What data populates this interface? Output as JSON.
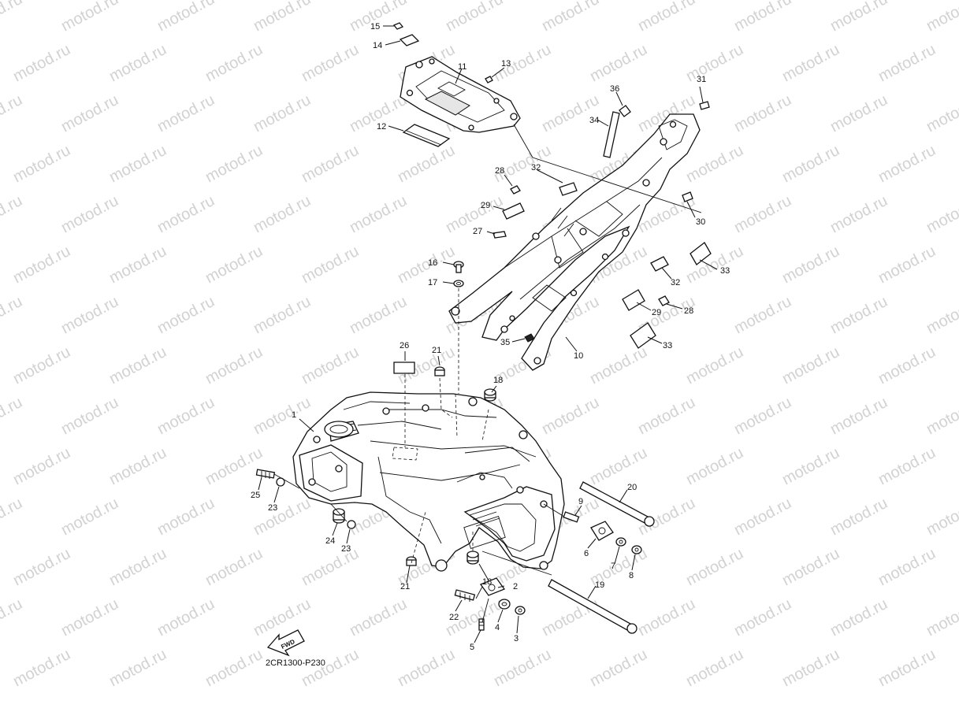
{
  "watermark": "motod.ru",
  "diagram_code": "2CR1300-P230",
  "fwd_label": "FWD",
  "callouts": {
    "c1": "1",
    "c2": "2",
    "c3": "3",
    "c4": "4",
    "c5": "5",
    "c6": "6",
    "c7": "7",
    "c8": "8",
    "c9": "9",
    "c10": "10",
    "c11": "11",
    "c12": "12",
    "c13": "13",
    "c14": "14",
    "c15": "15",
    "c16": "16",
    "c17": "17",
    "c18a": "18",
    "c18b": "18",
    "c19": "19",
    "c20": "20",
    "c21a": "21",
    "c21b": "21",
    "c22": "22",
    "c23a": "23",
    "c23b": "23",
    "c24": "24",
    "c25": "25",
    "c26": "26",
    "c27": "27",
    "c28a": "28",
    "c28b": "28",
    "c29a": "29",
    "c29b": "29",
    "c30": "30",
    "c31": "31",
    "c32a": "32",
    "c32b": "32",
    "c33a": "33",
    "c33b": "33",
    "c34": "34",
    "c35": "35",
    "c36": "36"
  }
}
